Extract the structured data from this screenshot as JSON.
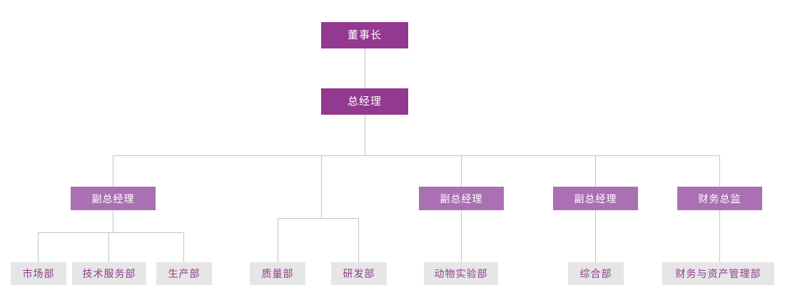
{
  "chart_data": {
    "type": "diagram",
    "title": "",
    "diagram_kind": "organization-chart",
    "orientation": "top-down",
    "colors": {
      "executive_box_fill": "#93398f",
      "executive_box_text": "#ffffff",
      "manager_box_fill": "#ab6fb4",
      "manager_box_text": "#ffffff",
      "department_box_fill": "#e6e6e6",
      "department_box_text": "#8e3b8c",
      "connector_line": "#b9c6ce",
      "background": "#ffffff"
    },
    "levels": [
      {
        "level": 1,
        "nodes": [
          {
            "id": "chairman",
            "label": "董事长"
          }
        ]
      },
      {
        "level": 2,
        "nodes": [
          {
            "id": "general-manager",
            "label": "总经理",
            "parent": "chairman"
          }
        ]
      },
      {
        "level": 3,
        "nodes": [
          {
            "id": "deputy-gm-1",
            "label": "副总经理",
            "parent": "general-manager"
          },
          {
            "id": "deputy-gm-2",
            "label": "副总经理",
            "parent": "general-manager"
          },
          {
            "id": "deputy-gm-3",
            "label": "副总经理",
            "parent": "general-manager"
          },
          {
            "id": "finance-director",
            "label": "财务总监",
            "parent": "general-manager"
          }
        ]
      },
      {
        "level": 4,
        "nodes": [
          {
            "id": "marketing-dept",
            "label": "市场部",
            "parent": "deputy-gm-1"
          },
          {
            "id": "tech-service-dept",
            "label": "技术服务部",
            "parent": "deputy-gm-1"
          },
          {
            "id": "production-dept",
            "label": "生产部",
            "parent": "deputy-gm-1"
          },
          {
            "id": "quality-dept",
            "label": "质量部",
            "parent": "general-manager"
          },
          {
            "id": "rnd-dept",
            "label": "研发部",
            "parent": "general-manager"
          },
          {
            "id": "animal-lab-dept",
            "label": "动物实验部",
            "parent": "deputy-gm-2"
          },
          {
            "id": "general-affairs-dept",
            "label": "综合部",
            "parent": "deputy-gm-3"
          },
          {
            "id": "finance-asset-dept",
            "label": "财务与资产管理部",
            "parent": "finance-director"
          }
        ]
      }
    ]
  },
  "nodes": {
    "chairman": {
      "label": "董事长"
    },
    "general_manager": {
      "label": "总经理"
    },
    "deputy_gm_1": {
      "label": "副总经理"
    },
    "deputy_gm_2": {
      "label": "副总经理"
    },
    "deputy_gm_3": {
      "label": "副总经理"
    },
    "finance_director": {
      "label": "财务总监"
    },
    "marketing_dept": {
      "label": "市场部"
    },
    "tech_service_dept": {
      "label": "技术服务部"
    },
    "production_dept": {
      "label": "生产部"
    },
    "quality_dept": {
      "label": "质量部"
    },
    "rnd_dept": {
      "label": "研发部"
    },
    "animal_lab_dept": {
      "label": "动物实验部"
    },
    "general_affairs_dept": {
      "label": "综合部"
    },
    "finance_asset_dept": {
      "label": "财务与资产管理部"
    }
  }
}
